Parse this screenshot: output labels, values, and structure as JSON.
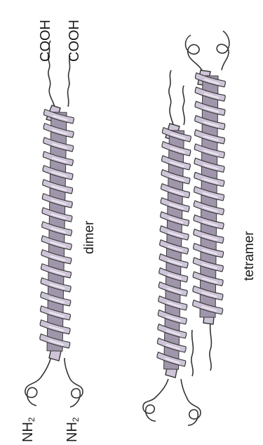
{
  "figure": {
    "dimer_caption": "dimer",
    "tetramer_caption": "tetramer",
    "carboxyl_label": "COOH",
    "amino_label": "NH",
    "amino_subscript": "2"
  },
  "colors": {
    "helix_fill": "#cfc5d9",
    "helix_shade": "#9f96ab",
    "helix_highlight": "#ede8f2",
    "outline": "#3a3a3a"
  }
}
